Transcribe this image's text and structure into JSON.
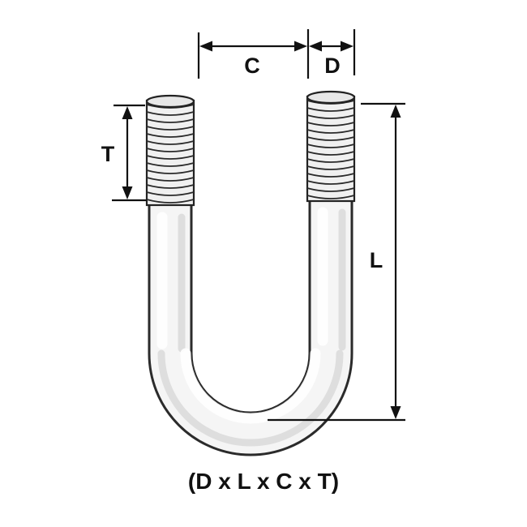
{
  "diagram": {
    "labels": {
      "center_distance": "C",
      "diameter": "D",
      "thread_length": "T",
      "length": "L"
    },
    "caption": "(D x L x C x T)"
  }
}
